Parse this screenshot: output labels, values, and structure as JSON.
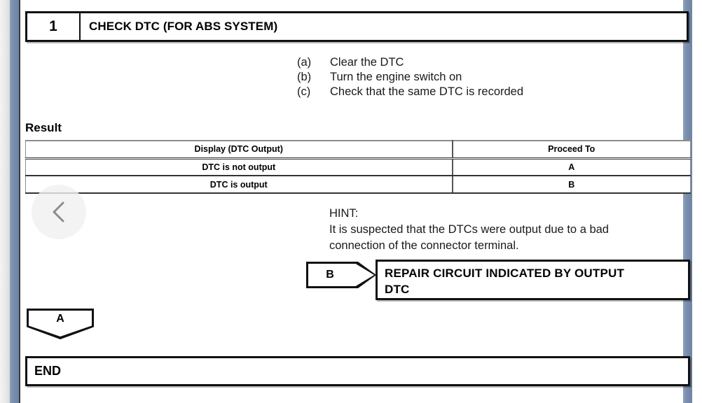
{
  "viewer": {
    "back_button_icon": "chevron-left-icon"
  },
  "step": {
    "number": "1",
    "title": "CHECK DTC (FOR ABS SYSTEM)"
  },
  "procedure": {
    "steps": [
      {
        "marker": "(a)",
        "text": "Clear the DTC"
      },
      {
        "marker": "(b)",
        "text": "Turn the engine switch on"
      },
      {
        "marker": "(c)",
        "text": "Check that the same DTC is recorded"
      }
    ]
  },
  "result": {
    "label": "Result",
    "columns": [
      "Display (DTC Output)",
      "Proceed To"
    ],
    "rows": [
      [
        "DTC is not output",
        "A"
      ],
      [
        "DTC is output",
        "B"
      ]
    ]
  },
  "hint": {
    "title": "HINT:",
    "line1": "It is suspected that the DTCs were output due to a bad",
    "line2": "connection of the connector terminal."
  },
  "connector_b": {
    "label": "B"
  },
  "repair": {
    "line1": "REPAIR CIRCUIT INDICATED BY OUTPUT",
    "line2": "DTC"
  },
  "connector_a": {
    "label": "A"
  },
  "end": {
    "label": "END"
  },
  "colors": {
    "rail": "#7b8fae",
    "box_border": "#111111",
    "table_rule": "#333333",
    "back_button_bg": "#f0f0f0",
    "back_chevron": "#8c8c8c"
  }
}
